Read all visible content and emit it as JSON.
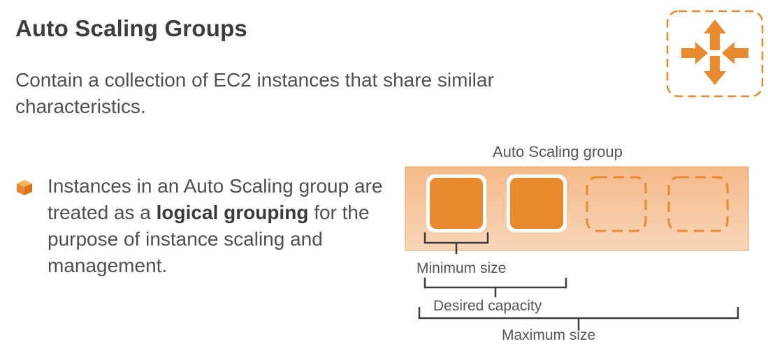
{
  "slide": {
    "title": "Auto Scaling Groups",
    "intro": "Contain a collection of EC2 instances that share similar characteristics.",
    "bullet": {
      "prefix": "Instances in an Auto Scaling group are treated as a ",
      "emphasis": "logical grouping",
      "suffix": " for the purpose of instance scaling and management."
    }
  },
  "diagram": {
    "group_label": "Auto Scaling group",
    "minimum_label": "Minimum size",
    "desired_label": "Desired capacity",
    "maximum_label": "Maximum size",
    "instances": [
      {
        "state": "running"
      },
      {
        "state": "running"
      },
      {
        "state": "placeholder"
      },
      {
        "state": "placeholder"
      }
    ]
  },
  "colors": {
    "accent_orange": "#e98a2e",
    "group_fill": "#f6c79f",
    "bracket": "#3c3c3c"
  },
  "icons": {
    "logo": "auto-scaling-arrows-icon",
    "bullet": "cube-bullet-icon"
  }
}
